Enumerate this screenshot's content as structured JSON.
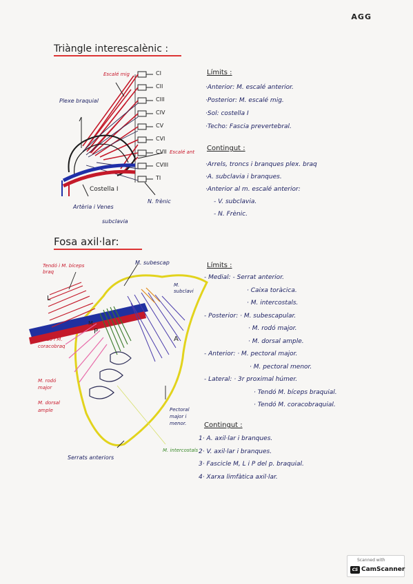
{
  "initials": "AGG",
  "section1": {
    "title": "Triàngle interescalènic :",
    "vertebrae": [
      "CI",
      "CII",
      "CIII",
      "CIV",
      "CV",
      "CVI",
      "CVII",
      "CVIII",
      "TI"
    ],
    "labels": {
      "escale_mig": "Escalé mig",
      "plexe": "Plexe braquial",
      "escale_ant": "Escalé ant",
      "costella": "Costella I",
      "frenic": "N. frènic",
      "arteria": "Artèria i Venes",
      "subclavia": "subclavia"
    },
    "limits": {
      "heading": "Límits :",
      "items": [
        "·Anterior: M. escalé anterior.",
        "·Posterior: M. escalé mig.",
        "·Sol: costella I",
        "·Techo: Fascia prevertebral."
      ]
    },
    "contingut": {
      "heading": "Contingut :",
      "items": [
        "·Arrels, troncs i branques plex. braq",
        "·A. subclavia i branques.",
        "·Anterior al m. escalé anterior:",
        "- V. subclavia.",
        "- N. Frènic."
      ]
    }
  },
  "section2": {
    "title": "Fosa axil·lar:",
    "labels": {
      "tendo_biceps": "Tendó i M. bíceps braq",
      "subescap": "M. subescap",
      "subclavi": "M. subclavi",
      "L": "L",
      "P": "P",
      "M": "M",
      "A": "A",
      "tendo_coraco": "Tendó i M. coracobraq",
      "rodo": "M. rodó major",
      "dorsal": "M. dorsal ample",
      "pectoral": "Pectoral major i menor.",
      "serrats": "Serrats anteriors",
      "intercostals": "M. intercostals"
    },
    "limits": {
      "heading": "Límits :",
      "items": [
        "- Medial: - Serrat anterior.",
        "· Caixa toràcica.",
        "· M. intercostals.",
        "- Posterior: · M. subescapular.",
        "· M. rodó major.",
        "· M. dorsal ample.",
        "- Anterior: · M. pectoral major.",
        "· M. pectoral menor.",
        "- Lateral: · 3r proximal húmer.",
        "· Tendó M. bíceps braquial.",
        "· Tendó M. coracobraquial."
      ]
    },
    "contingut": {
      "heading": "Contingut :",
      "items": [
        "1· A. axil·lar i branques.",
        "2· V. axil·lar i branques.",
        "3· Fascicle M, L i P del p. braquial.",
        "4· Xarxa limfàtica axil·lar."
      ]
    }
  },
  "badge": {
    "line1": "Scanned with",
    "line2": "CamScanner",
    "logo": "CS"
  }
}
